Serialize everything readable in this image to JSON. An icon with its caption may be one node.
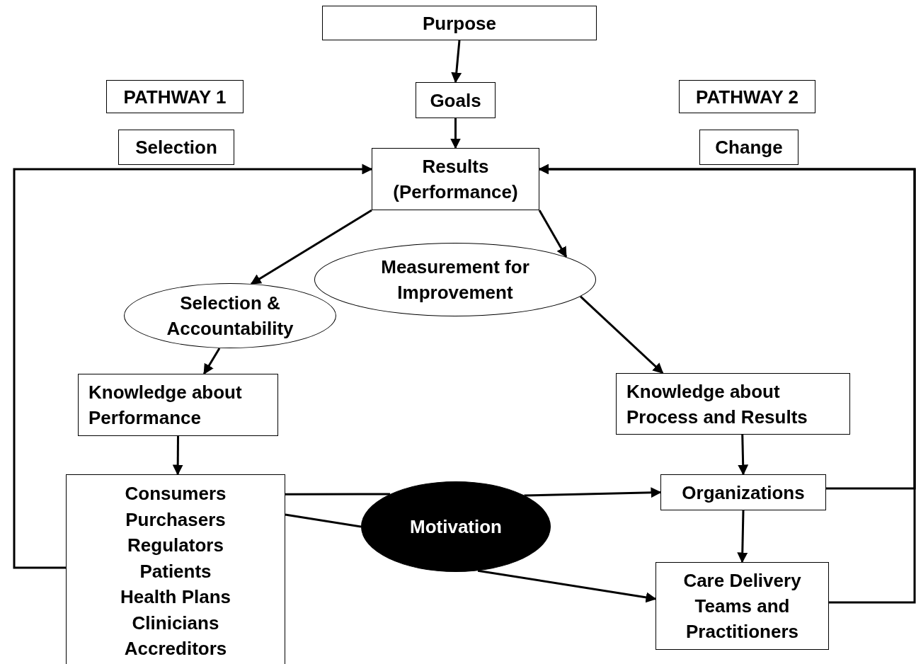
{
  "diagram": {
    "nodes": [
      {
        "text": [
          "Purpose"
        ]
      },
      {
        "text": [
          "PATHWAY 1"
        ]
      },
      {
        "text": [
          "Goals"
        ]
      },
      {
        "text": [
          "PATHWAY 2"
        ]
      },
      {
        "text": [
          "Selection"
        ]
      },
      {
        "text": [
          "Results (Performance)"
        ]
      },
      {
        "text": [
          "Change"
        ]
      },
      {
        "text": [
          "Measurement for Improvement"
        ]
      },
      {
        "text": [
          "Selection & Accountability"
        ]
      },
      {
        "text": [
          "Knowledge about Performance"
        ]
      },
      {
        "text": [
          "Knowledge about Process and Results"
        ]
      },
      {
        "text": [
          "Consumers",
          "Purchasers",
          "Regulators",
          "Patients",
          "Health Plans",
          "Clinicians",
          "Accreditors"
        ]
      },
      {
        "text": [
          "Motivation"
        ]
      },
      {
        "text": [
          "Organizations"
        ]
      },
      {
        "text": [
          "Care Delivery Teams and Practitioners"
        ]
      }
    ],
    "edges": [
      {
        "from": 0,
        "to": 2,
        "arrow": "to"
      },
      {
        "from": 2,
        "to": 5,
        "arrow": "to"
      },
      {
        "from": 11,
        "to": 5,
        "arrow": "to"
      },
      {
        "from": 13,
        "to": 5,
        "arrow": "to"
      },
      {
        "from": 14,
        "to": 5,
        "arrow": "to"
      },
      {
        "from": 5,
        "to": 8,
        "arrow": "to"
      },
      {
        "from": 5,
        "to": 7,
        "arrow": "to"
      },
      {
        "from": 7,
        "to": 10,
        "arrow": "to"
      },
      {
        "from": 8,
        "to": 9,
        "arrow": "to"
      },
      {
        "from": 9,
        "to": 11,
        "arrow": "to"
      },
      {
        "from": 10,
        "to": 13,
        "arrow": "to"
      },
      {
        "from": 13,
        "to": 14,
        "arrow": "to"
      },
      {
        "from": 11,
        "to": 12,
        "arrow": "none"
      },
      {
        "from": 11,
        "to": 12,
        "arrow": "none"
      },
      {
        "from": 12,
        "to": 13,
        "arrow": "to"
      },
      {
        "from": 12,
        "to": 14,
        "arrow": "to"
      }
    ]
  }
}
